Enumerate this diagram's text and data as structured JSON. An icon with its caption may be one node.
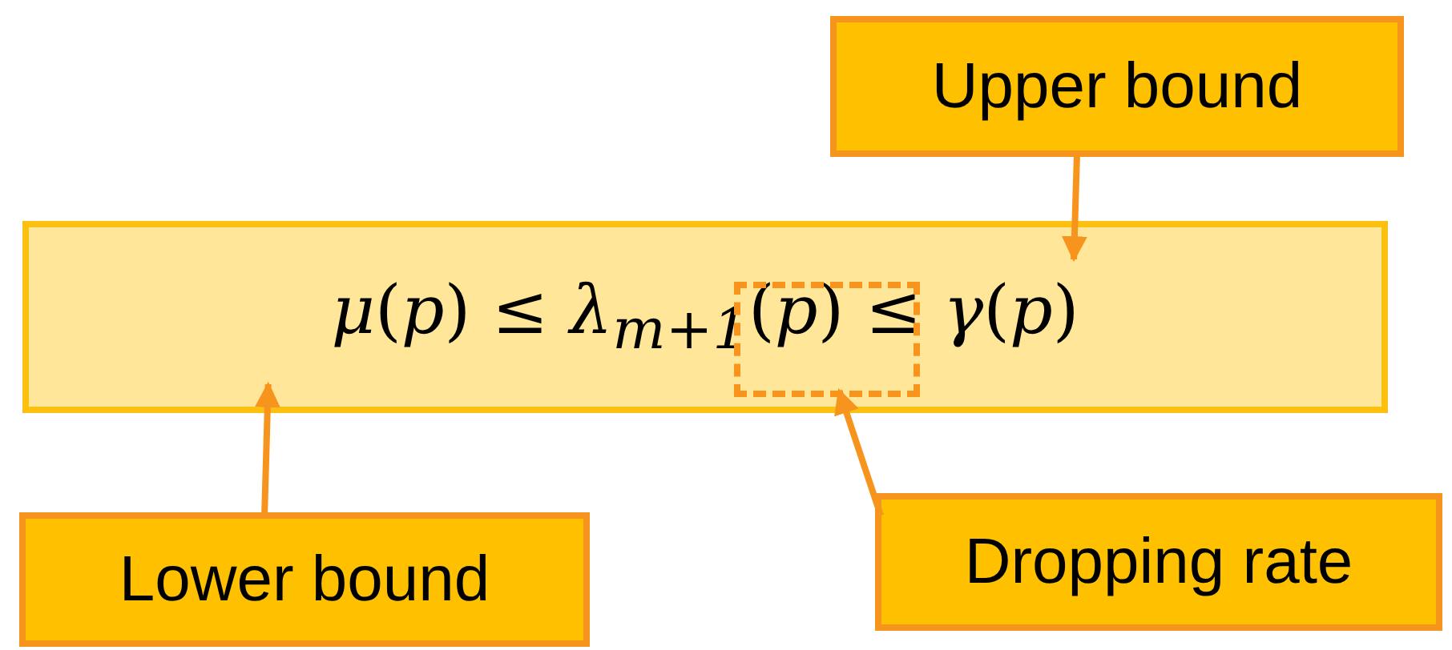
{
  "diagram": {
    "nodes": [
      {
        "text": [
          "*μ*(*p*) ≤ *λ*$_{m+1}$(*p*) ≤ *γ*(*p*)"
        ]
      },
      {
        "text": [
          "Upper bound"
        ]
      },
      {
        "text": [
          "Lower bound"
        ]
      },
      {
        "text": [
          "Dropping rate"
        ]
      },
      {
        "text": [],
        "shape": "box",
        "in": 0
      }
    ],
    "edges": [
      {
        "from": 1,
        "to": 0,
        "arrow": "to"
      },
      {
        "from": 2,
        "to": 0,
        "arrow": "to"
      },
      {
        "from": 3,
        "to": 4,
        "arrow": "to"
      }
    ]
  }
}
